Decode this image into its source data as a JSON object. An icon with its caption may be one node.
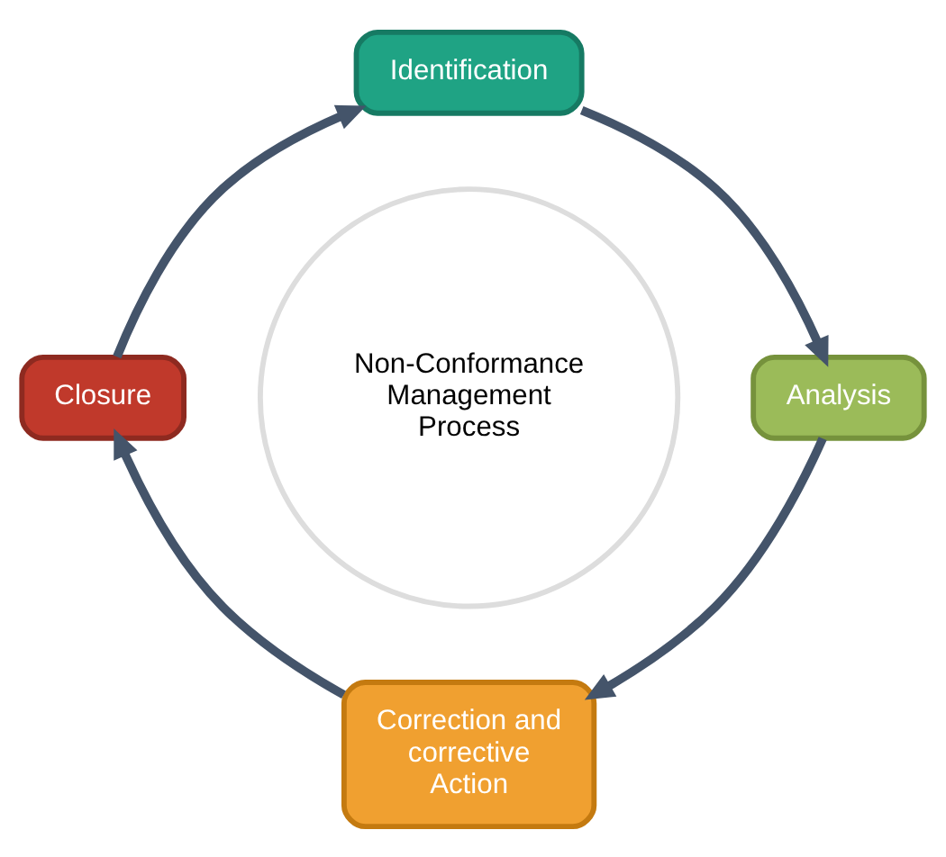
{
  "diagram": {
    "nodes": [
      {
        "text": [
          "Identification"
        ]
      },
      {
        "text": [
          "Closure"
        ]
      },
      {
        "text": [
          "Non-Conformance Management Process"
        ]
      },
      {
        "text": [
          "Analysis"
        ]
      },
      {
        "text": [
          "Correction and corrective Action"
        ]
      }
    ],
    "edges": [
      {
        "from": 1,
        "to": 0,
        "arrow": "to"
      },
      {
        "from": 0,
        "to": 3,
        "arrow": "to"
      },
      {
        "from": 3,
        "to": 4,
        "arrow": "to"
      },
      {
        "from": 4,
        "to": 1,
        "arrow": "to"
      }
    ]
  }
}
